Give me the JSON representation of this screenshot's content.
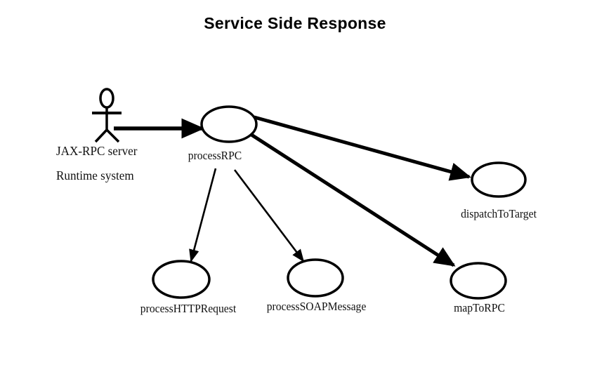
{
  "page": {
    "title": "Service Side Response",
    "background_color": "#ffffff",
    "stroke_color": "#000000",
    "diagram_type": "uml-use-case-diagram"
  },
  "actor": {
    "name": "actor-jax-rpc-server",
    "label_line1": "JAX-RPC server",
    "label_line2": "Runtime system"
  },
  "use_cases": [
    {
      "id": "processRPC",
      "label": "processRPC"
    },
    {
      "id": "dispatchToTarget",
      "label": "dispatchToTarget"
    },
    {
      "id": "processHTTPRequest",
      "label": "processHTTPRequest"
    },
    {
      "id": "processSOAPMessage",
      "label": "processSOAPMessage"
    },
    {
      "id": "mapToRPC",
      "label": "mapToRPC"
    }
  ],
  "connections": [
    {
      "from": "actor-jax-rpc-server",
      "to": "processRPC",
      "style": "solid-arrow"
    },
    {
      "from": "processRPC",
      "to": "dispatchToTarget",
      "style": "solid-arrow"
    },
    {
      "from": "processRPC",
      "to": "mapToRPC",
      "style": "solid-arrow"
    },
    {
      "from": "processRPC",
      "to": "processSOAPMessage",
      "style": "solid-arrow"
    },
    {
      "from": "processRPC",
      "to": "processHTTPRequest",
      "style": "solid-arrow"
    }
  ]
}
